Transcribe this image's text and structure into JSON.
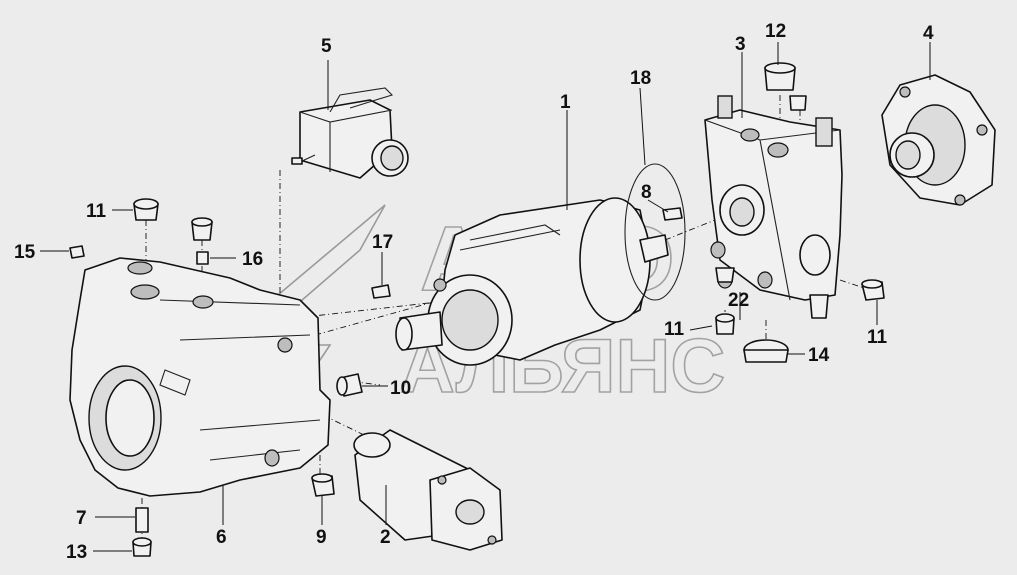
{
  "diagram": {
    "callouts": {
      "c1": "1",
      "c2": "2",
      "c3": "3",
      "c4": "4",
      "c5": "5",
      "c6": "6",
      "c7": "7",
      "c8": "8",
      "c9": "9",
      "c10": "10",
      "c11a": "11",
      "c11b": "11",
      "c11c": "11",
      "c12": "12",
      "c13": "13",
      "c14": "14",
      "c15": "15",
      "c16": "16",
      "c17": "17",
      "c18": "18",
      "c22": "22"
    },
    "watermark": {
      "line1": "АВТО",
      "line2": "АЛЬЯНС"
    }
  }
}
